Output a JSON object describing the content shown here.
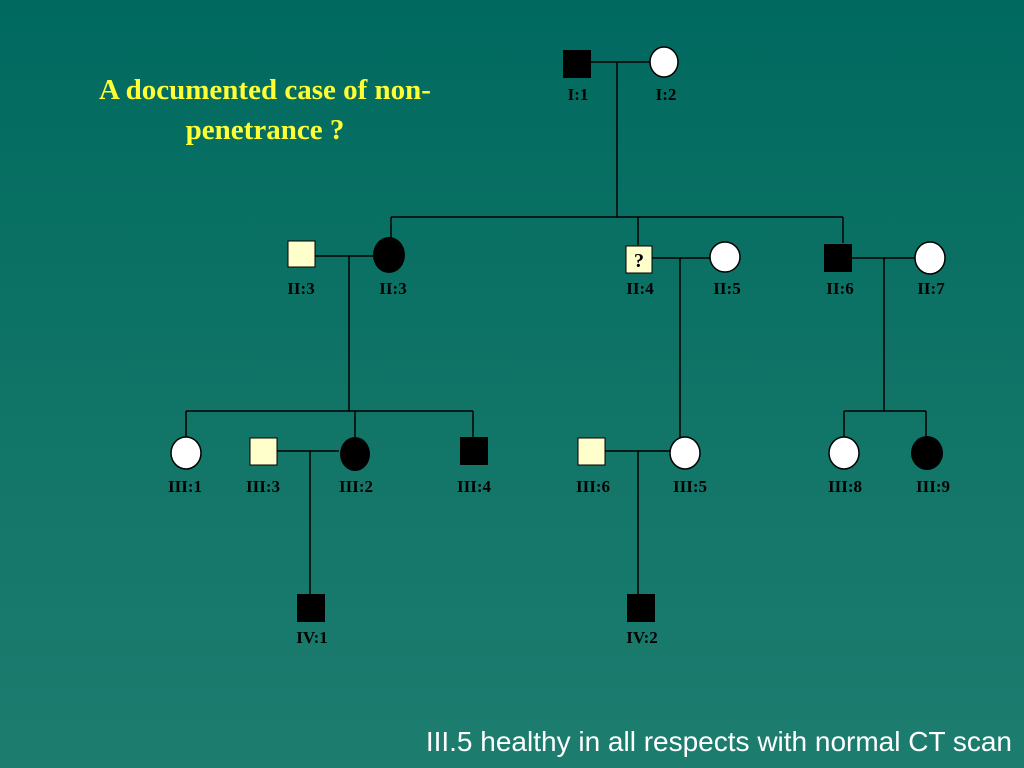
{
  "title": {
    "line1": "A documented case of non-",
    "line2": "penetrance ?"
  },
  "caption": "III.5 healthy in all respects with normal CT scan",
  "colors": {
    "affected": "#000000",
    "unaffected_female": "#ffffff",
    "unaffected_male_spouse": "#ffffcc",
    "title": "#ffff33"
  },
  "individuals": [
    {
      "id": "I:1",
      "label": "I:1",
      "sex": "male",
      "status": "affected"
    },
    {
      "id": "I:2",
      "label": "I:2",
      "sex": "female",
      "status": "unaffected"
    },
    {
      "id": "II:3a",
      "label": "II:3",
      "sex": "male",
      "status": "unaffected"
    },
    {
      "id": "II:3b",
      "label": "II:3",
      "sex": "female",
      "status": "affected"
    },
    {
      "id": "II:4",
      "label": "II:4",
      "sex": "male",
      "status": "unknown",
      "mark": "?"
    },
    {
      "id": "II:5",
      "label": "II:5",
      "sex": "female",
      "status": "unaffected"
    },
    {
      "id": "II:6",
      "label": "II:6",
      "sex": "male",
      "status": "affected"
    },
    {
      "id": "II:7",
      "label": "II:7",
      "sex": "female",
      "status": "unaffected"
    },
    {
      "id": "III:1",
      "label": "III:1",
      "sex": "female",
      "status": "unaffected"
    },
    {
      "id": "III:3",
      "label": "III:3",
      "sex": "male",
      "status": "unaffected"
    },
    {
      "id": "III:2",
      "label": "III:2",
      "sex": "female",
      "status": "affected"
    },
    {
      "id": "III:4",
      "label": "III:4",
      "sex": "male",
      "status": "affected"
    },
    {
      "id": "III:6",
      "label": "III:6",
      "sex": "male",
      "status": "unaffected"
    },
    {
      "id": "III:5",
      "label": "III:5",
      "sex": "female",
      "status": "unaffected"
    },
    {
      "id": "III:8",
      "label": "III:8",
      "sex": "female",
      "status": "unaffected"
    },
    {
      "id": "III:9",
      "label": "III:9",
      "sex": "female",
      "status": "affected"
    },
    {
      "id": "IV:1",
      "label": "IV:1",
      "sex": "male",
      "status": "affected"
    },
    {
      "id": "IV:2",
      "label": "IV:2",
      "sex": "male",
      "status": "affected"
    }
  ]
}
